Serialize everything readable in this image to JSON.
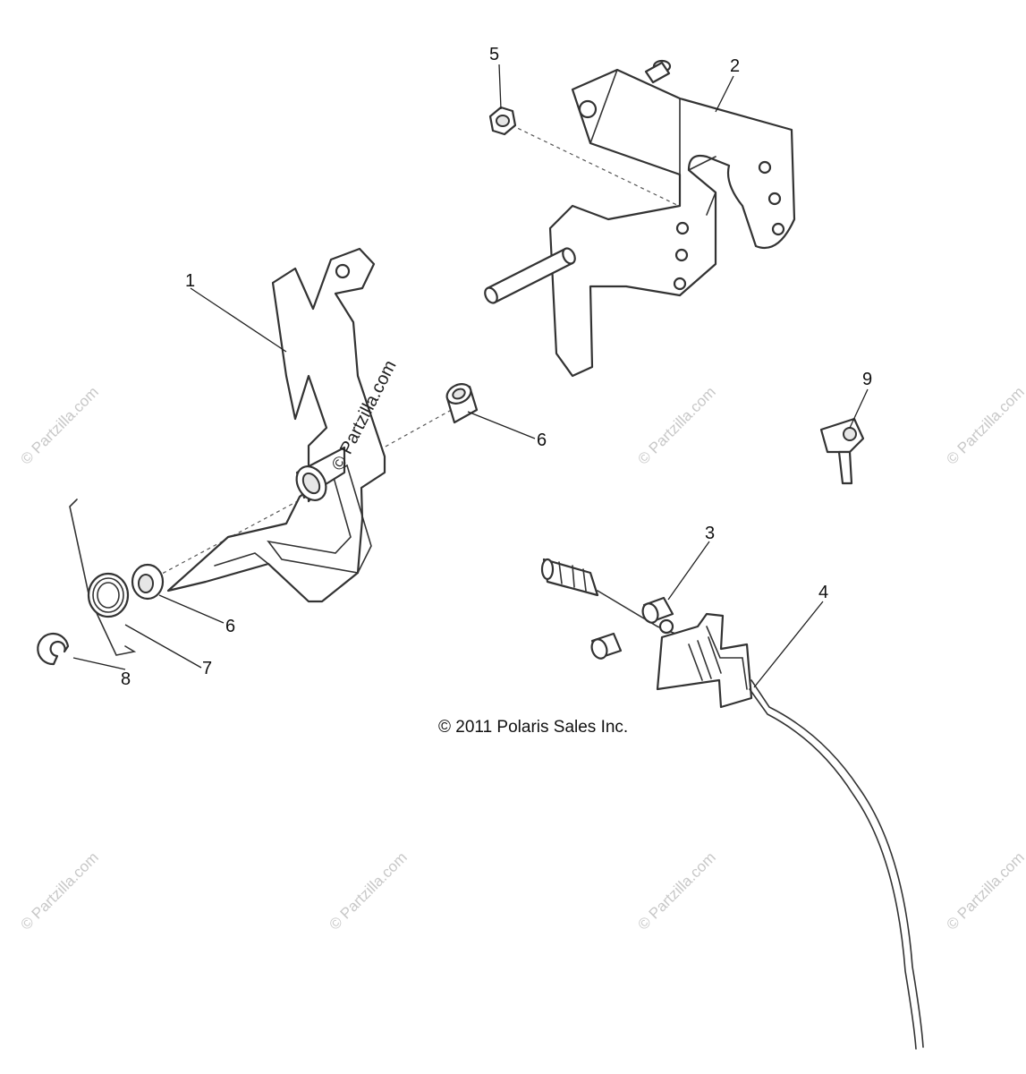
{
  "watermark_text": "© Partzilla.com",
  "copyright": "© 2011 Polaris Sales Inc.",
  "callouts": [
    {
      "id": "1",
      "label": "1"
    },
    {
      "id": "2",
      "label": "2"
    },
    {
      "id": "3",
      "label": "3"
    },
    {
      "id": "4",
      "label": "4"
    },
    {
      "id": "5",
      "label": "5"
    },
    {
      "id": "6a",
      "label": "6"
    },
    {
      "id": "6b",
      "label": "6"
    },
    {
      "id": "7",
      "label": "7"
    },
    {
      "id": "8",
      "label": "8"
    },
    {
      "id": "9",
      "label": "9"
    }
  ],
  "colors": {
    "line": "#333333",
    "shade": "#e6e6e6",
    "watermark": "#c8c8c8"
  }
}
